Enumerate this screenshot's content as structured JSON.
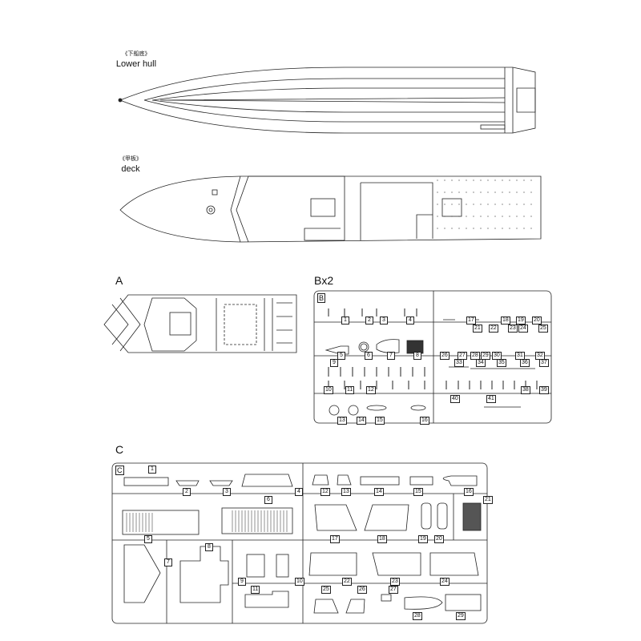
{
  "lower_hull": {
    "label_cn": "《下船底》",
    "label_en": "Lower hull"
  },
  "deck": {
    "label_cn": "《甲板》",
    "label_en": "deck"
  },
  "sections": {
    "a": "A",
    "b": "Bx2",
    "c": "C"
  },
  "sprue_b": {
    "letter": "B",
    "parts": [
      "1",
      "2",
      "3",
      "4",
      "17",
      "18",
      "19",
      "20",
      "21",
      "22",
      "23",
      "24",
      "25",
      "5",
      "6",
      "7",
      "8",
      "26",
      "27",
      "28",
      "29",
      "30",
      "31",
      "32",
      "9",
      "33",
      "34",
      "35",
      "36",
      "37",
      "10",
      "11",
      "12",
      "38",
      "39",
      "40",
      "41",
      "13",
      "14",
      "15",
      "16"
    ]
  },
  "sprue_c": {
    "letter": "C",
    "parts": [
      "1",
      "2",
      "3",
      "4",
      "12",
      "13",
      "14",
      "15",
      "16",
      "5",
      "6",
      "17",
      "18",
      "19",
      "20",
      "21",
      "7",
      "8",
      "9",
      "10",
      "22",
      "23",
      "24",
      "11",
      "25",
      "26",
      "27",
      "28",
      "29"
    ]
  }
}
